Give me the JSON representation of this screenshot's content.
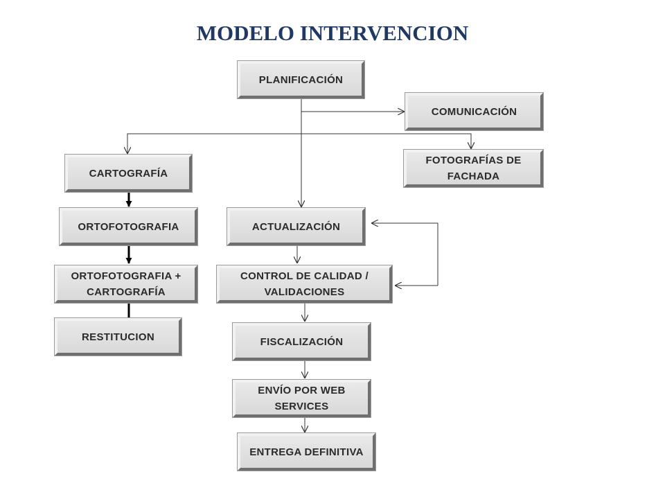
{
  "title": "MODELO INTERVENCION",
  "nodes": {
    "planificacion": "PLANIFICACIÓN",
    "comunicacion": "COMUNICACIÓN",
    "fotografias_fachada": "FOTOGRAFÍAS DE FACHADA",
    "cartografia": "CARTOGRAFÍA",
    "ortofotografia": "ORTOFOTOGRAFIA",
    "ortofotografia_cartografia": "ORTOFOTOGRAFIA + CARTOGRAFÍA",
    "restitucion": "RESTITUCION",
    "actualizacion": "ACTUALIZACIÓN",
    "control_calidad": "CONTROL DE CALIDAD / VALIDACIONES",
    "fiscalizacion": "FISCALIZACIÓN",
    "envio_web": "ENVÍO POR WEB SERVICES",
    "entrega_definitiva": "ENTREGA DEFINITIVA"
  }
}
